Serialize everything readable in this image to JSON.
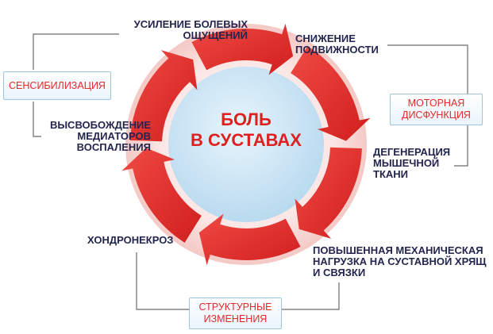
{
  "center": {
    "title": "БОЛЬ\nВ СУСТАВАХ"
  },
  "cycle_labels": {
    "pain_increase": "УСИЛЕНИЕ БОЛЕВЫХ\nОЩУЩЕНИЙ",
    "reduced_mobility": "СНИЖЕНИЕ\nПОДВИЖНОСТИ",
    "muscle_degeneration": "ДЕГЕНЕРАЦИЯ\nМЫШЕЧНОЙ\nТКАНИ",
    "mechanical_load": "ПОВЫШЕННАЯ МЕХАНИЧЕСКАЯ\nНАГРУЗКА НА СУСТАВНОЙ ХРЯЩ\nИ СВЯЗКИ",
    "chondronecrosis": "ХОНДРОНЕКРОЗ",
    "mediator_release": "ВЫСВОБОЖДЕНИЕ\nМЕДИАТОРОВ\nВОСПАЛЕНИЯ"
  },
  "category_boxes": {
    "sensitization": "СЕНСИБИЛИЗАЦИЯ",
    "motor_dysfunction": "МОТОРНАЯ\nДИСФУНКЦИЯ",
    "structural_changes": "СТРУКТУРНЫЕ\nИЗМЕНЕНИЯ"
  },
  "colors": {
    "arrow": "#e42a2a",
    "ring": "#f6d2cf",
    "center_fill": "#c9e3f3",
    "label_text": "#23254f",
    "box_text": "#e22a2a",
    "box_border": "#9cc6df",
    "bracket": "#6b6b6b"
  }
}
